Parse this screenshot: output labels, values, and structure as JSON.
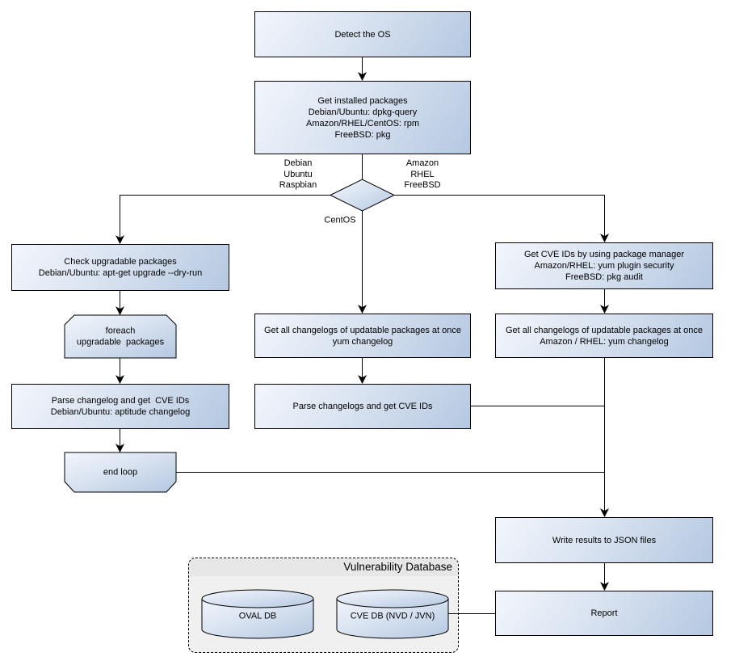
{
  "flowchart": {
    "detect_os": "Detect the OS",
    "get_installed_packages": "Get installed packages\nDebian/Ubuntu: dpkg-query\nAmazon/RHEL/CentOS: rpm\nFreeBSD: pkg",
    "branch_labels": {
      "left": "Debian\nUbuntu\nRaspbian",
      "right": "Amazon\nRHEL\nFreeBSD",
      "bottom": "CentOS"
    },
    "left_branch": {
      "check_upgradable": "Check upgradable packages\nDebian/Ubuntu: apt-get upgrade --dry-run",
      "foreach_loop": "foreach\nupgradable  packages",
      "parse_changelog": "Parse changelog and get  CVE IDs\nDebian/Ubuntu: aptitude changelog",
      "end_loop": "end loop"
    },
    "center_branch": {
      "get_changelogs": "Get all changelogs of updatable packages at once\nyum changelog",
      "parse_changelogs": "Parse changelogs and get CVE IDs"
    },
    "right_branch": {
      "get_cve_ids": "Get CVE IDs by using package manager\nAmazon/RHEL: yum plugin security\nFreeBSD: pkg audit",
      "get_changelogs": "Get all changelogs of updatable packages at once\nAmazon / RHEL: yum changelog"
    },
    "output": {
      "write_json": "Write results to JSON files",
      "report": "Report"
    },
    "vulnerability_database": {
      "title": "Vulnerability Database",
      "oval_db": "OVAL DB",
      "cve_db": "CVE DB (NVD / JVN)"
    }
  },
  "colors": {
    "node_gradient_start": "#f3f6fc",
    "node_gradient_end": "#b5c8e1",
    "line": "#000000",
    "db_container_fill": "#f0f0f0",
    "db_container_header": "#e7e7e7"
  }
}
